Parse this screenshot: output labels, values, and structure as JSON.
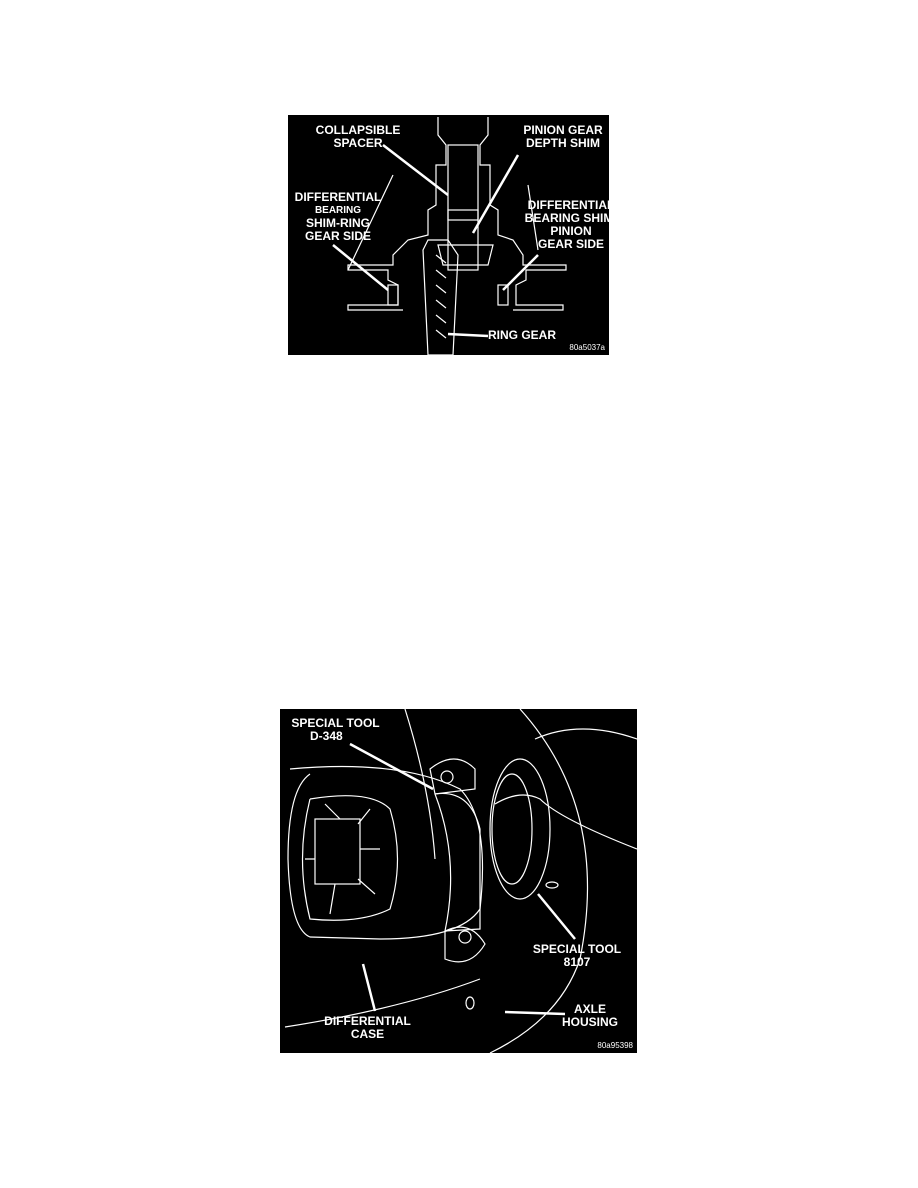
{
  "figure1": {
    "labels": {
      "collapsible_spacer": [
        "COLLAPSIBLE",
        "SPACER"
      ],
      "pinion_depth_shim": [
        "PINION GEAR",
        "DEPTH SHIM"
      ],
      "shim_ring_side": [
        "DIFFERENTIAL",
        "BEARING",
        "SHIM-RING",
        "GEAR SIDE"
      ],
      "shim_pinion_side": [
        "DIFFERENTIAL",
        "BEARING SHIM-",
        "PINION",
        "GEAR SIDE"
      ],
      "ring_gear": "RING GEAR"
    },
    "code": "80a5037a"
  },
  "figure2": {
    "labels": {
      "tool_d348": [
        "SPECIAL TOOL",
        "D-348"
      ],
      "tool_8107": [
        "SPECIAL TOOL",
        "8107"
      ],
      "axle_housing": [
        "AXLE",
        "HOUSING"
      ],
      "differential_case": [
        "DIFFERENTIAL",
        "CASE"
      ]
    },
    "code": "80a95398"
  }
}
